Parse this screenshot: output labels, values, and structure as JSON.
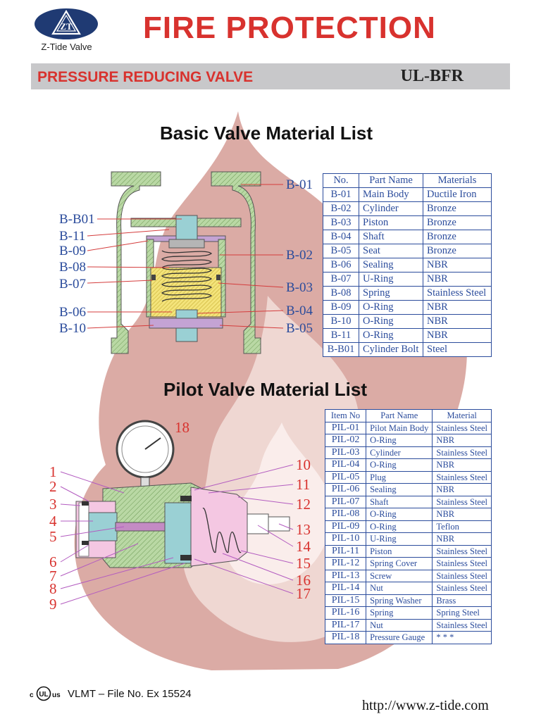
{
  "header": {
    "brand": "Z-Tide Valve",
    "logo_text": "ZT",
    "title": "FIRE PROTECTION",
    "subtitle": "PRESSURE REDUCING VALVE",
    "model": "UL-BFR"
  },
  "basic": {
    "heading": "Basic Valve Material List",
    "columns": [
      "No.",
      "Part Name",
      "Materials"
    ],
    "rows": [
      [
        "B-01",
        "Main Body",
        "Ductile Iron"
      ],
      [
        "B-02",
        "Cylinder",
        "Bronze"
      ],
      [
        "B-03",
        "Piston",
        "Bronze"
      ],
      [
        "B-04",
        "Shaft",
        "Bronze"
      ],
      [
        "B-05",
        "Seat",
        "Bronze"
      ],
      [
        "B-06",
        "Sealing",
        "NBR"
      ],
      [
        "B-07",
        "U-Ring",
        "NBR"
      ],
      [
        "B-08",
        "Spring",
        "Stainless Steel"
      ],
      [
        "B-09",
        "O-Ring",
        "NBR"
      ],
      [
        "B-10",
        "O-Ring",
        "NBR"
      ],
      [
        "B-11",
        "O-Ring",
        "NBR"
      ],
      [
        "B-B01",
        "Cylinder Bolt",
        "Steel"
      ]
    ],
    "callouts_left": [
      "B-B01",
      "B-11",
      "B-09",
      "B-08",
      "B-07",
      "B-06",
      "B-10"
    ],
    "callouts_right": [
      "B-01",
      "B-02",
      "B-03",
      "B-04",
      "B-05"
    ]
  },
  "pilot": {
    "heading": "Pilot Valve Material List",
    "columns": [
      "Item No",
      "Part Name",
      "Material"
    ],
    "rows": [
      [
        "PIL-01",
        "Pilot Main Body",
        "Stainless Steel"
      ],
      [
        "PIL-02",
        "O-Ring",
        "NBR"
      ],
      [
        "PIL-03",
        "Cylinder",
        "Stainless Steel"
      ],
      [
        "PIL-04",
        "O-Ring",
        "NBR"
      ],
      [
        "PIL-05",
        "Plug",
        "Stainless Steel"
      ],
      [
        "PIL-06",
        "Sealing",
        "NBR"
      ],
      [
        "PIL-07",
        "Shaft",
        "Stainless Steel"
      ],
      [
        "PIL-08",
        "O-Ring",
        "NBR"
      ],
      [
        "PIL-09",
        "O-Ring",
        "Teflon"
      ],
      [
        "PIL-10",
        "U-Ring",
        "NBR"
      ],
      [
        "PIL-11",
        "Piston",
        "Stainless Steel"
      ],
      [
        "PIL-12",
        "Spring Cover",
        "Stainless Steel"
      ],
      [
        "PIL-13",
        "Screw",
        "Stainless Steel"
      ],
      [
        "PIL-14",
        "Nut",
        "Stainless Steel"
      ],
      [
        "PIL-15",
        "Spring Washer",
        "Brass"
      ],
      [
        "PIL-16",
        "Spring",
        "Spring Steel"
      ],
      [
        "PIL-17",
        "Nut",
        "Stainless Steel"
      ],
      [
        "PIL-18",
        "Pressure Gauge",
        "* * *"
      ]
    ],
    "callouts_left": [
      "1",
      "2",
      "3",
      "4",
      "5",
      "6",
      "7",
      "8",
      "9"
    ],
    "callouts_right": [
      "10",
      "11",
      "12",
      "13",
      "14",
      "15",
      "16",
      "17"
    ],
    "callout_top": "18"
  },
  "footer": {
    "cert_prefix": "c",
    "cert_mark": "UL",
    "cert_suffix": "us",
    "cert_text": "VLMT – File No. Ex 15524",
    "url": "http://www.z-tide.com"
  },
  "colors": {
    "title_red": "#d8322e",
    "table_blue": "#2b4c9c",
    "flame": "#d9a7a0",
    "logo_navy": "#1f3a73"
  }
}
